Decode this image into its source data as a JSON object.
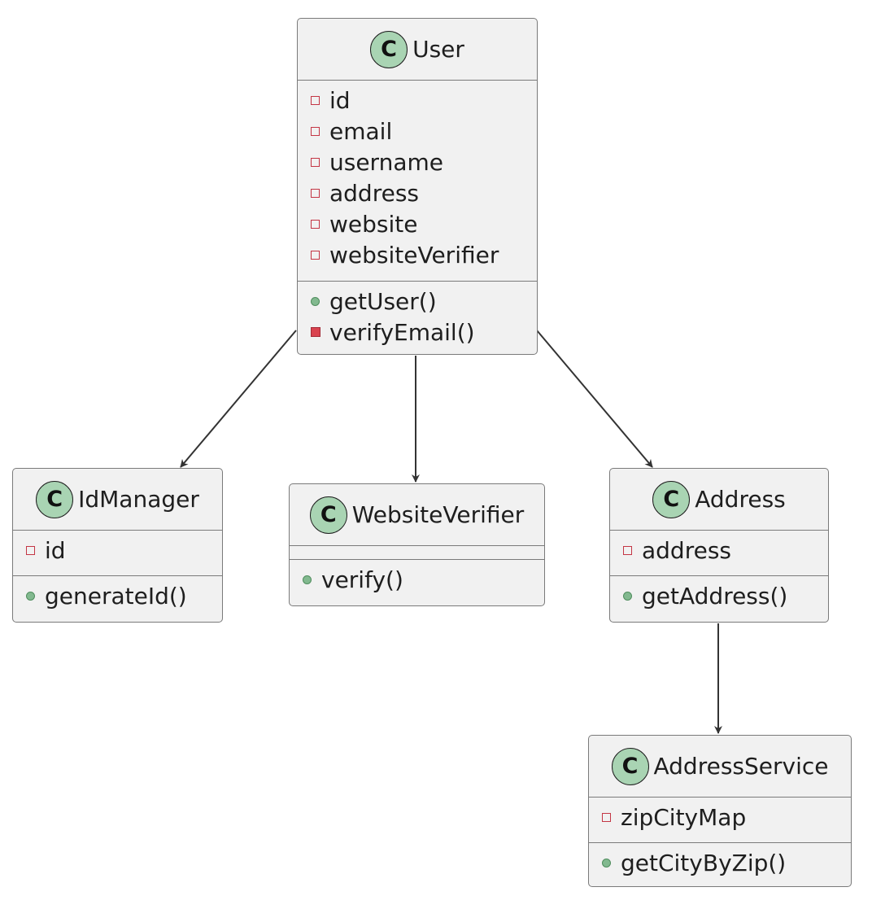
{
  "classes": {
    "user": {
      "name": "User",
      "fields": [
        {
          "vis": "private",
          "name": "id"
        },
        {
          "vis": "private",
          "name": "email"
        },
        {
          "vis": "private",
          "name": "username"
        },
        {
          "vis": "private",
          "name": "address"
        },
        {
          "vis": "private",
          "name": "website"
        },
        {
          "vis": "private",
          "name": "websiteVerifier"
        }
      ],
      "methods": [
        {
          "vis": "public",
          "name": "getUser()"
        },
        {
          "vis": "private",
          "name": "verifyEmail()"
        }
      ]
    },
    "idmanager": {
      "name": "IdManager",
      "fields": [
        {
          "vis": "private",
          "name": "id"
        }
      ],
      "methods": [
        {
          "vis": "public",
          "name": "generateId()"
        }
      ]
    },
    "websiteverifier": {
      "name": "WebsiteVerifier",
      "fields": [],
      "methods": [
        {
          "vis": "public",
          "name": "verify()"
        }
      ]
    },
    "address": {
      "name": "Address",
      "fields": [
        {
          "vis": "private",
          "name": "address"
        }
      ],
      "methods": [
        {
          "vis": "public",
          "name": "getAddress()"
        }
      ]
    },
    "addressservice": {
      "name": "AddressService",
      "fields": [
        {
          "vis": "private",
          "name": "zipCityMap"
        }
      ],
      "methods": [
        {
          "vis": "public",
          "name": "getCityByZip()"
        }
      ]
    }
  },
  "class_icon_letter": "C",
  "relations": [
    {
      "from": "User",
      "to": "IdManager"
    },
    {
      "from": "User",
      "to": "WebsiteVerifier"
    },
    {
      "from": "User",
      "to": "Address"
    },
    {
      "from": "Address",
      "to": "AddressService"
    }
  ],
  "colors": {
    "box_fill": "#f1f1f1",
    "icon_fill": "#a9d4b3",
    "private_field": "#c43645",
    "private_method": "#d9434f",
    "public": "#82b98f",
    "edge": "#333333"
  }
}
